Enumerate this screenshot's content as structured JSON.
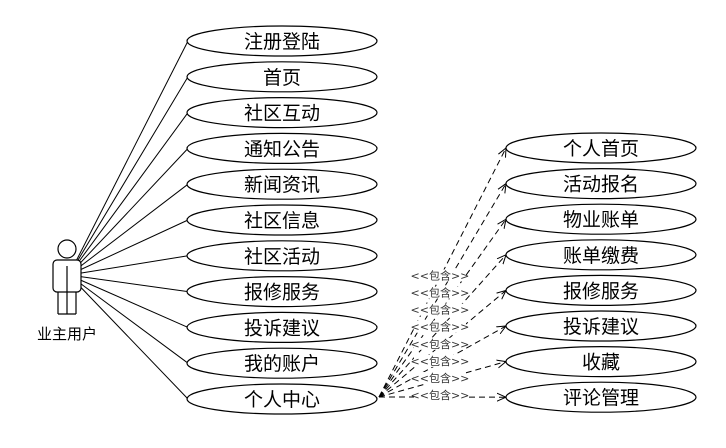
{
  "actor": {
    "label": "业主用户"
  },
  "left_use_cases": [
    {
      "label": "注册登陆"
    },
    {
      "label": "首页"
    },
    {
      "label": "社区互动"
    },
    {
      "label": "通知公告"
    },
    {
      "label": "新闻资讯"
    },
    {
      "label": "社区信息"
    },
    {
      "label": "社区活动"
    },
    {
      "label": "报修服务"
    },
    {
      "label": "投诉建议"
    },
    {
      "label": "我的账户"
    },
    {
      "label": "个人中心"
    }
  ],
  "right_use_cases": [
    {
      "label": "个人首页"
    },
    {
      "label": "活动报名"
    },
    {
      "label": "物业账单"
    },
    {
      "label": "账单缴费"
    },
    {
      "label": "报修服务"
    },
    {
      "label": "投诉建议"
    },
    {
      "label": "收藏"
    },
    {
      "label": "评论管理"
    }
  ],
  "include_label": "<<包含>>"
}
